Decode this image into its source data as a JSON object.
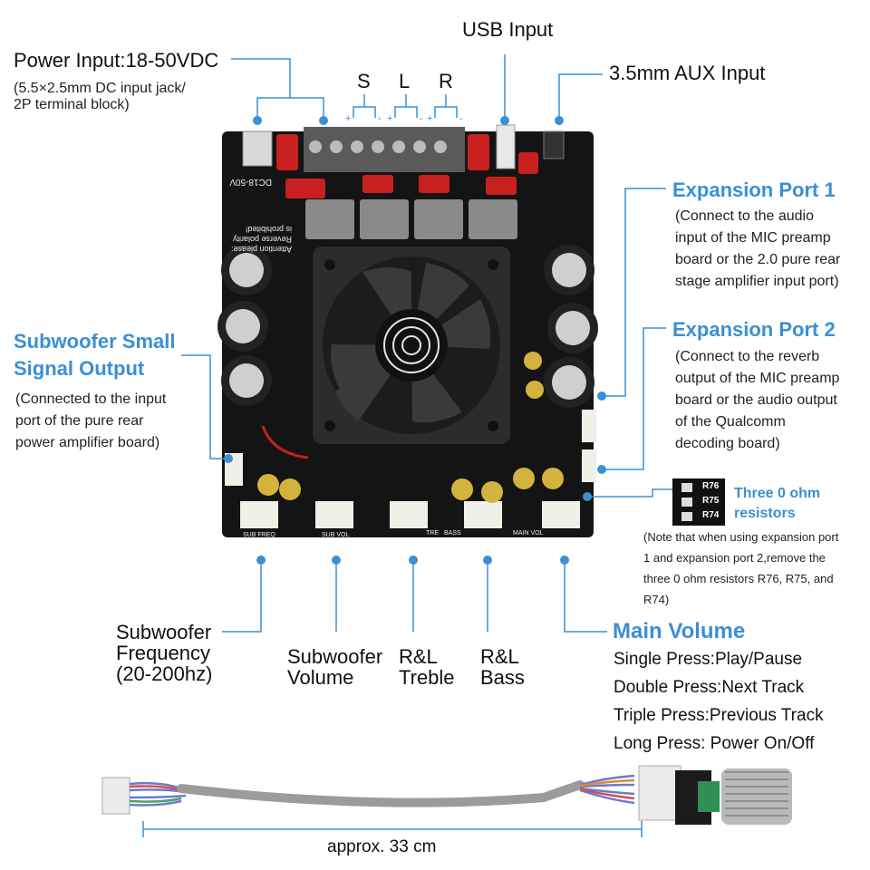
{
  "top": {
    "power_input_title": "Power Input:18-50VDC",
    "power_input_desc_1": "(5.5×2.5mm DC input jack/",
    "power_input_desc_2": "2P terminal block)",
    "usb_input": "USB Input",
    "aux_input": "3.5mm AUX Input",
    "channels": [
      "S",
      "L",
      "R"
    ]
  },
  "left": {
    "sub_output_title_1": "Subwoofer Small",
    "sub_output_title_2": "Signal Output",
    "sub_output_desc": [
      "(Connected to the input",
      "port of the pure rear",
      "power amplifier board)"
    ]
  },
  "right": {
    "exp1_title": "Expansion Port 1",
    "exp1_desc": [
      "(Connect to the audio",
      "input of the MIC preamp",
      "board or the 2.0 pure rear",
      "stage amplifier input port)"
    ],
    "exp2_title": "Expansion Port 2",
    "exp2_desc": [
      "(Connect to the reverb",
      "output of the MIC preamp",
      "board or the audio output",
      "of the Qualcomm",
      "decoding board)"
    ],
    "resistor_title_1": "Three 0 ohm",
    "resistor_title_2": "resistors",
    "resistor_labels": [
      "R76",
      "R75",
      "R74"
    ],
    "resistor_note": [
      "(Note that when using expansion port",
      "1 and expansion port 2,remove the",
      "three 0 ohm resistors R76, R75, and",
      "R74)"
    ]
  },
  "bottom": {
    "sub_freq": [
      "Subwoofer",
      "Frequency",
      "(20-200hz)"
    ],
    "sub_vol": [
      "Subwoofer",
      "Volume"
    ],
    "treble": [
      "R&L",
      "Treble"
    ],
    "bass": [
      "R&L",
      "Bass"
    ],
    "main_volume_title": "Main Volume",
    "main_volume_lines": [
      "Single Press:Play/Pause",
      "Double Press:Next Track",
      "Triple Press:Previous Track",
      "Long Press: Power On/Off"
    ],
    "cable_length": "approx. 33 cm"
  },
  "board": {
    "silk_voltage": "DC18-50V",
    "silk_warning": [
      "Attention please:",
      "Reverse polarity",
      "is prohibited!"
    ],
    "silk_pots": [
      "SUB FREQ",
      "SUB VOL",
      "TRE",
      "BASS",
      "MAIN VOL"
    ]
  },
  "colors": {
    "accent": "#3b8fd4",
    "board": "#141414",
    "capacitor_red": "#c8201e"
  }
}
